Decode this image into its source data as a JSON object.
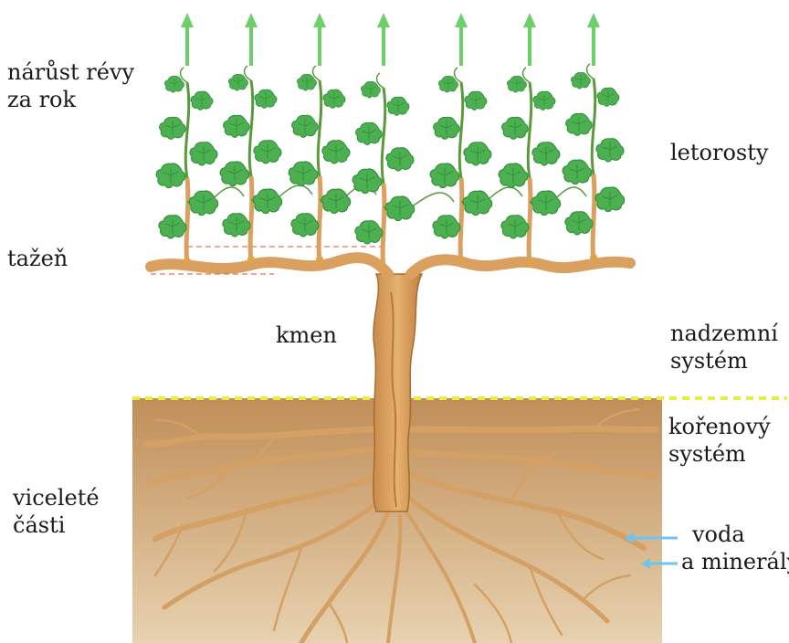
{
  "labels": {
    "annual_growth": [
      "nárůst révy",
      "za rok"
    ],
    "shoots": "letorosty",
    "cordon": "tažeň",
    "trunk": "kmen",
    "above_ground": [
      "nadzemní",
      "systém"
    ],
    "root_system": [
      "kořenový",
      "systém"
    ],
    "perennial_parts": [
      "viceleté",
      "části"
    ],
    "water_minerals": [
      "voda",
      "a minerály"
    ]
  },
  "colors": {
    "soil": "#c89c66",
    "wood": "#d9a060",
    "wood_dark": "#b87a3c",
    "leaf": "#4caf50",
    "leaf_dark": "#2e8b3a",
    "stem": "#5a9a3a",
    "growth_arrow": "#6ccf6a",
    "ground_line": "#e6ee40",
    "water_arrow": "#6ec4f0",
    "guide_line": "#e8745a"
  }
}
